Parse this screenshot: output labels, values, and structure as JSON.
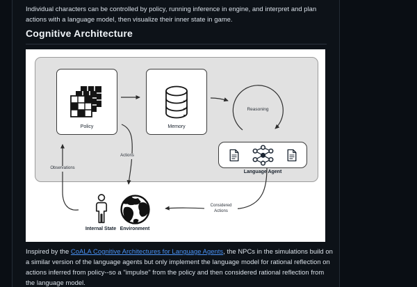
{
  "page": {
    "intro_paragraph": "Individual characters can be controlled by policy, running inference in engine, and interpret and plan actions with a language model, then visualize their inner state in game.",
    "heading": "Cognitive Architecture",
    "outro": {
      "before_link": "Inspired by the ",
      "link_text": "CoALA Cognitive Architectures for Language Agents",
      "after_link": ", the NPCs in the simulations build on a similar version of the language agents but only implement the language model for rational reflection on actions inferred from policy--so a \"impulse\" from the policy and then considered rational reflection from the language model."
    }
  },
  "diagram": {
    "nodes": {
      "policy": "Policy",
      "memory": "Memory",
      "reasoning": "Reasoning",
      "language_agent": "Language Agent",
      "internal_state": "Internal State",
      "environment": "Environment"
    },
    "edge_labels": {
      "actions": "Actions",
      "observations": "Observations",
      "considered_actions": "Considered\nActions"
    },
    "icons": [
      "policy-grid-stack-icon",
      "database-icon",
      "neural-network-icon",
      "document-icon",
      "person-icon",
      "globe-icon",
      "loop-arrow"
    ]
  },
  "colors": {
    "page_background": "#0d1218",
    "column_border": "#232b35",
    "text": "#dbe2ea",
    "heading": "#f0f4f8",
    "link": "#4a94f8",
    "figure_background": "#ffffff",
    "figure_inner_gray": "#e1e1e1",
    "diagram_stroke": "#2f2f2f"
  }
}
